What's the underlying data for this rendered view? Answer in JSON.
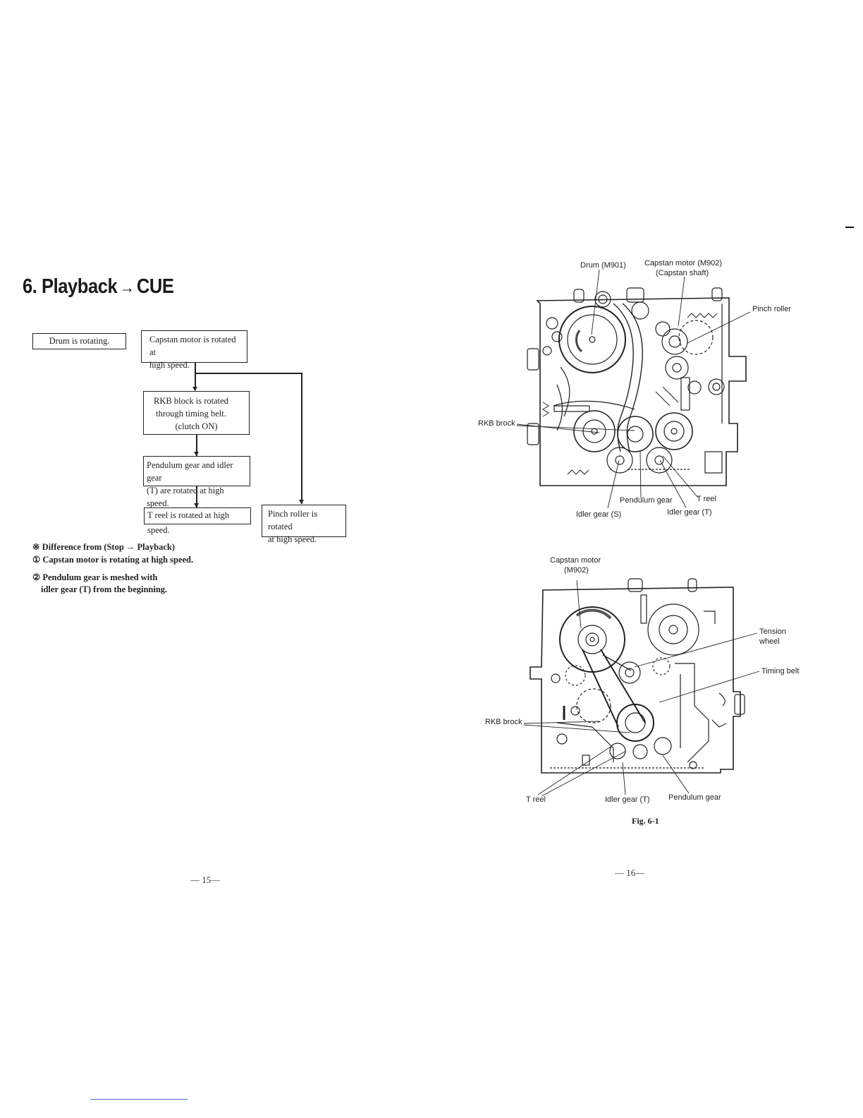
{
  "section": {
    "number": "6.",
    "title_left": "Playback",
    "arrow": "→",
    "title_right": "CUE"
  },
  "flowchart": {
    "drum": "Drum is rotating.",
    "capstan_l1": "Capstan motor is rotated at",
    "capstan_l2": "high speed.",
    "rkb_l1": "RKB block is rotated",
    "rkb_l2": "through timing belt.",
    "rkb_l3": "(clutch ON)",
    "pend_l1": "Pendulum gear and idler gear",
    "pend_l2": "(T) are rotated at high speed.",
    "treel": "T reel is rotated at high speed.",
    "pinch_l1": "Pinch roller is rotated",
    "pinch_l2": "at high speed."
  },
  "notes": {
    "heading": "※ Difference from (Stop → Playback)",
    "item1": "① Capstan motor is rotating at high speed.",
    "item2_l1": "② Pendulum gear is meshed with",
    "item2_l2": "idler gear (T) from the beginning."
  },
  "page_left": "— 15—",
  "page_right": "— 16—",
  "figure_top": {
    "drum": "Drum (M901)",
    "capstan_l1": "Capstan motor (M902)",
    "capstan_l2": "(Capstan shaft)",
    "pinch": "Pinch roller",
    "rkb": "RKB brock",
    "pendulum": "Pendulum gear",
    "treel": "T reel",
    "idler_s": "Idler gear (S)",
    "idler_t": "Idler gear (T)"
  },
  "figure_bottom": {
    "capstan_l1": "Capstan motor",
    "capstan_l2": "(M902)",
    "tension_l1": "Tension",
    "tension_l2": "wheel",
    "timing": "Timing belt",
    "rkb": "RKB brock",
    "treel": "T reel",
    "idler_t": "Idler gear (T)",
    "pendulum": "Pendulum gear"
  },
  "figure_caption": "Fig. 6-1"
}
